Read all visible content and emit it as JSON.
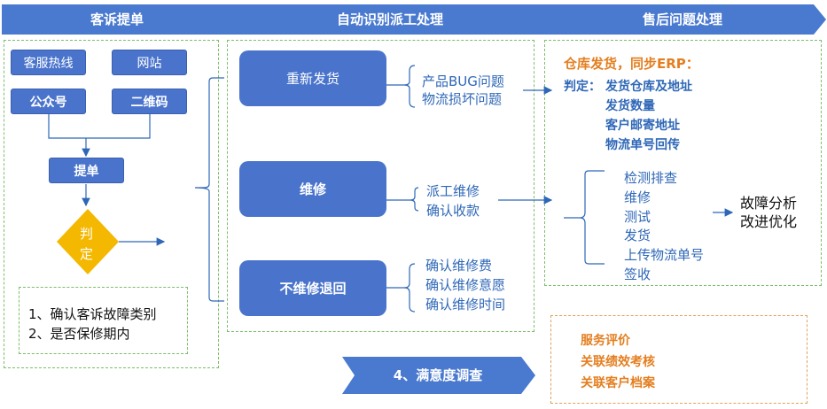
{
  "stages": {
    "s1": "客诉提单",
    "s2": "自动识别派工处理",
    "s3": "售后问题处理",
    "s4": "4、满意度调查"
  },
  "channels": {
    "hotline": "客服热线",
    "website": "网站",
    "wechat": "公众号",
    "qrcode": "二维码"
  },
  "submit": "提单",
  "decision": {
    "l1": "判",
    "l2": "定"
  },
  "criteria": [
    "1、确认客诉故障类别",
    "2、是否保修期内"
  ],
  "actions": {
    "reship": "重新发货",
    "repair": "维修",
    "no_repair": "不维修退回"
  },
  "reship_reasons": [
    "产品BUG问题",
    "物流损坏问题"
  ],
  "repair_steps": [
    "派工维修",
    "确认收款"
  ],
  "no_repair_steps": [
    "确认维修费",
    "确认维修意愿",
    "确认维修时间"
  ],
  "warehouse": {
    "title": "仓库发货，同步ERP：",
    "judge_label": "判定：",
    "items": [
      "发货仓库及地址",
      "发货数量",
      "客户邮寄地址",
      "物流单号回传"
    ]
  },
  "repair_flow": [
    "检测排查",
    "维修",
    "测试",
    "发货",
    "上传物流单号",
    "签收"
  ],
  "analysis": [
    "故障分析",
    "改进优化"
  ],
  "survey": [
    "服务评价",
    "关联绩效考核",
    "关联客户档案"
  ],
  "colors": {
    "stage_blue": "#4a7ad0",
    "box_blue": "#4a74cc",
    "text_blue": "#2e67b7",
    "orange": "#e47e1f",
    "diamond": "#f5b800",
    "dash_green": "#7cbf6a"
  }
}
